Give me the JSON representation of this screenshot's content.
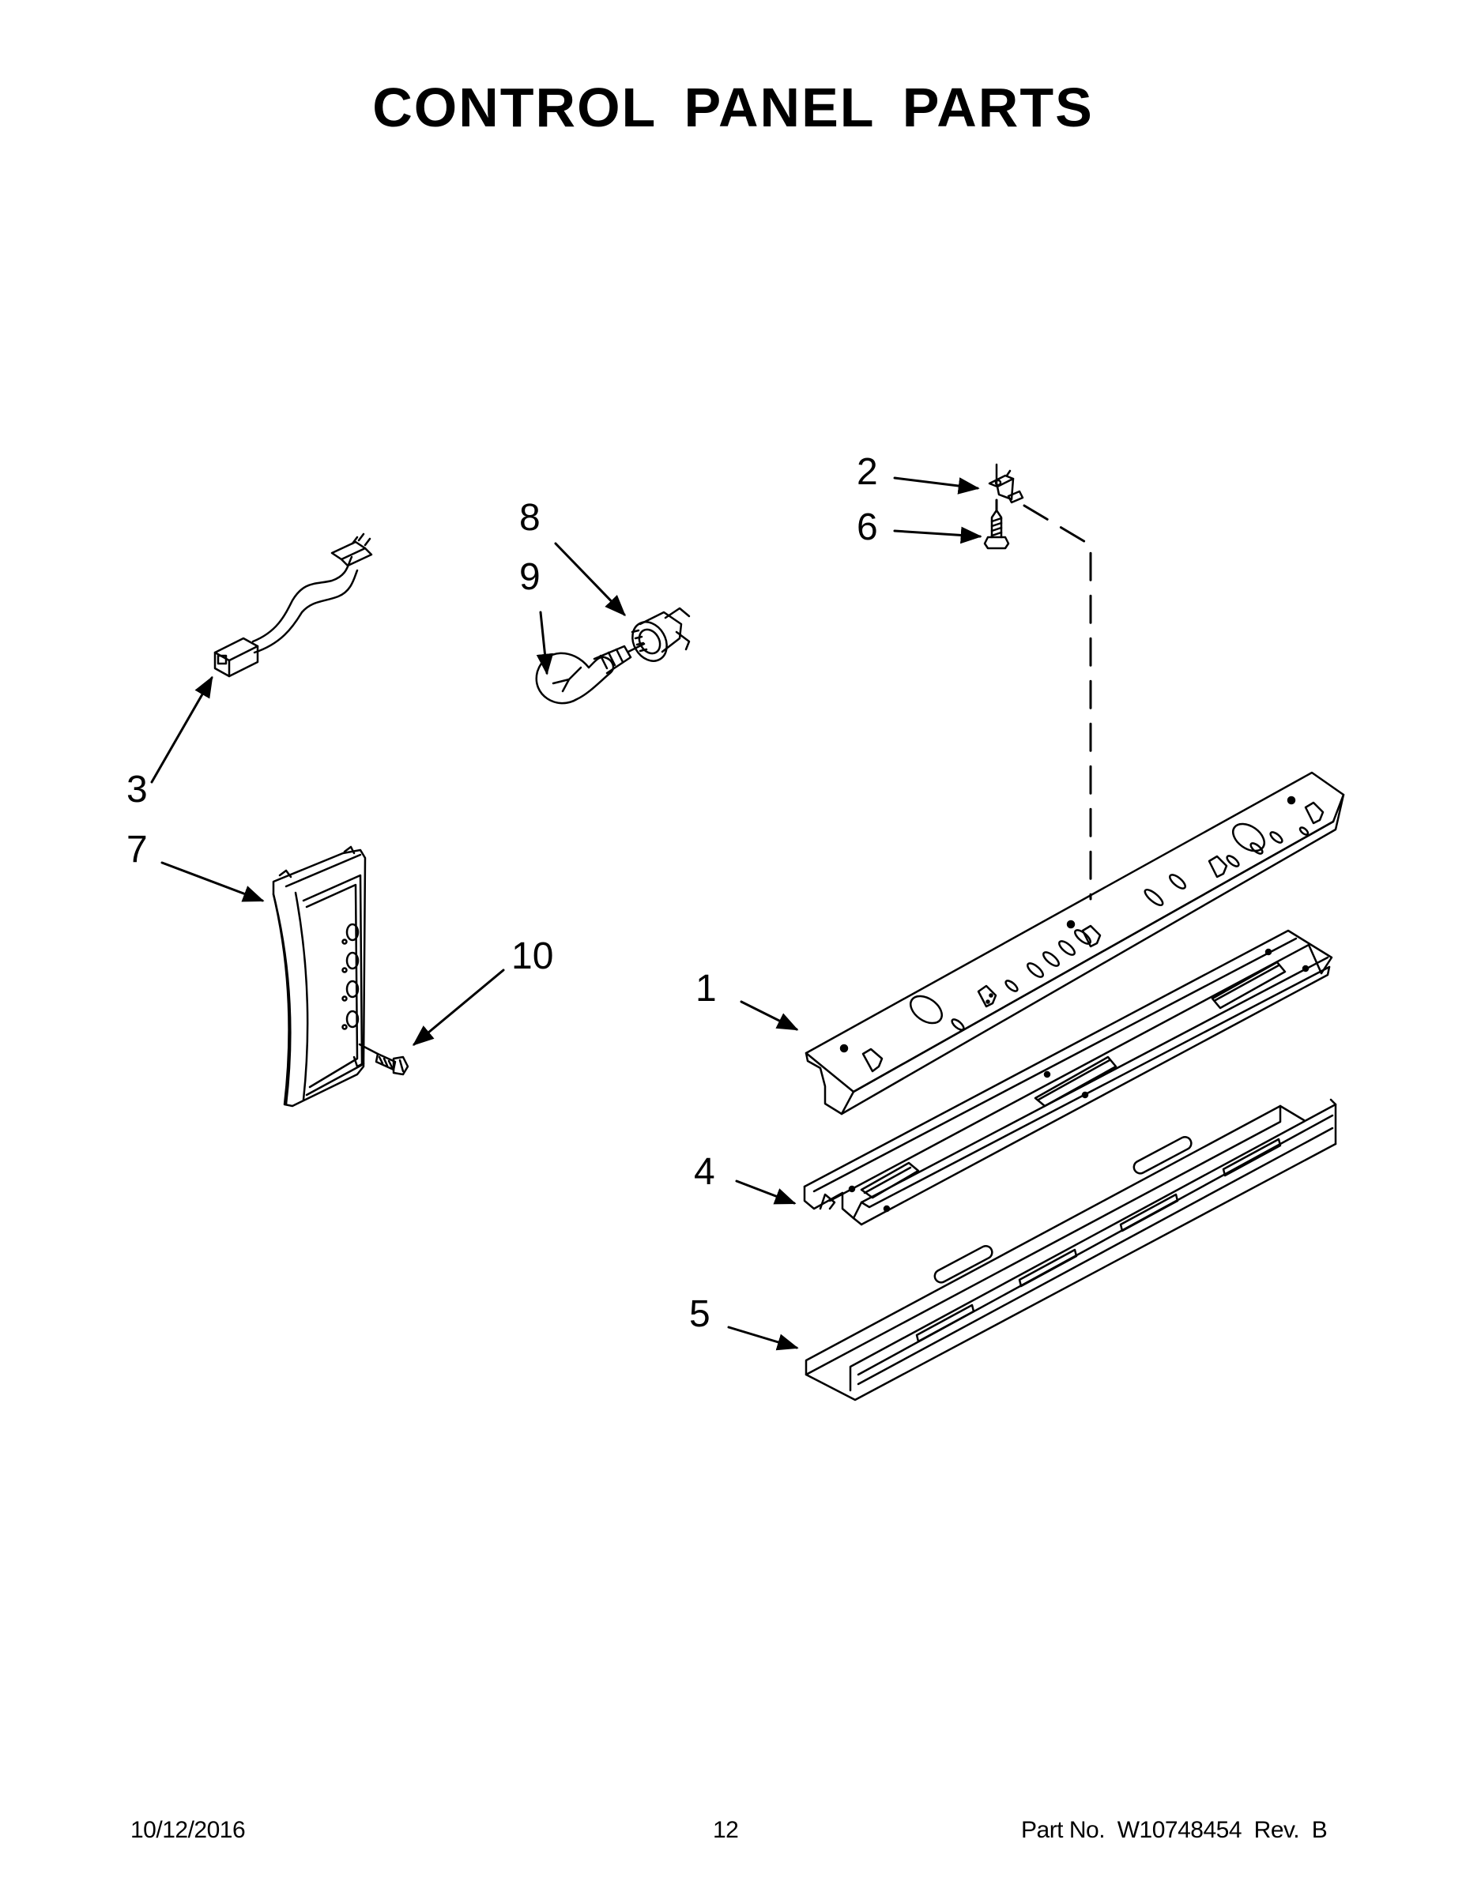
{
  "page": {
    "title": "CONTROL PANEL PARTS"
  },
  "diagram": {
    "callouts": [
      {
        "id": "1",
        "label": "1",
        "part": "control-panel-bracket"
      },
      {
        "id": "2",
        "label": "2",
        "part": "clip"
      },
      {
        "id": "3",
        "label": "3",
        "part": "wire-harness"
      },
      {
        "id": "4",
        "label": "4",
        "part": "upper-rail-channel"
      },
      {
        "id": "5",
        "label": "5",
        "part": "lower-rail-channel"
      },
      {
        "id": "6",
        "label": "6",
        "part": "screw"
      },
      {
        "id": "7",
        "label": "7",
        "part": "control-panel-housing"
      },
      {
        "id": "8",
        "label": "8",
        "part": "lamp-socket"
      },
      {
        "id": "9",
        "label": "9",
        "part": "light-bulb"
      },
      {
        "id": "10",
        "label": "10",
        "part": "housing-screw"
      }
    ]
  },
  "footer": {
    "date": "10/12/2016",
    "page_number": "12",
    "part_number": "Part No.  W10748454  Rev.  B"
  }
}
